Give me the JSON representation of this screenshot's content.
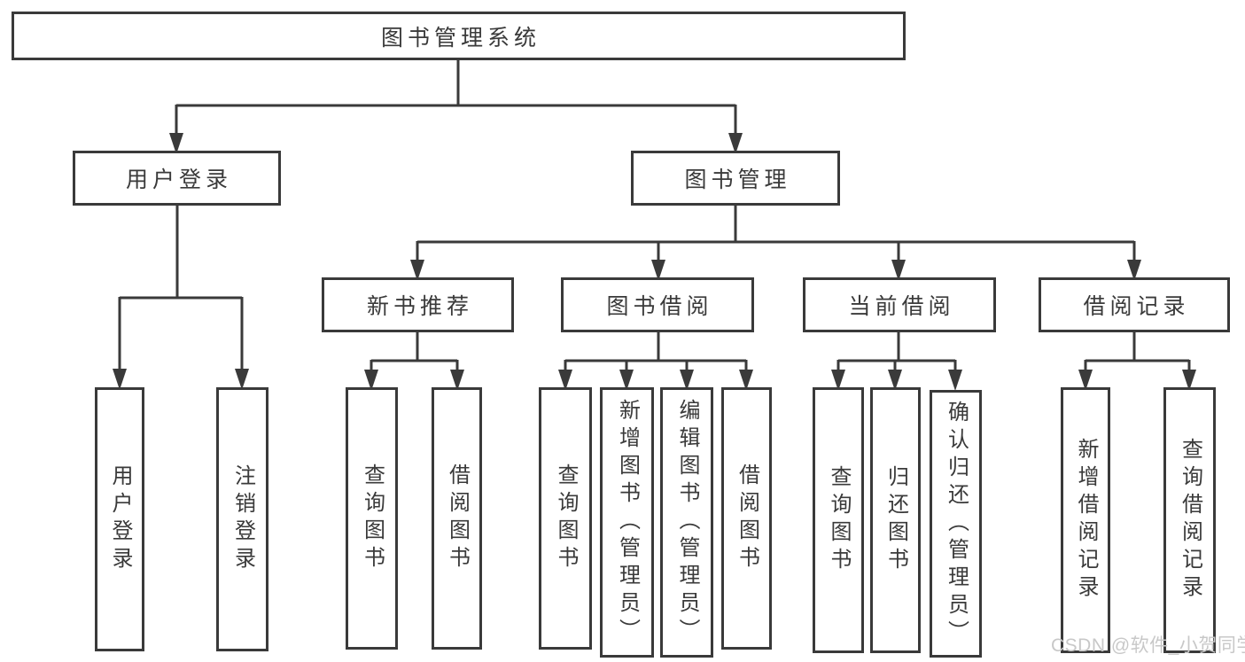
{
  "root": {
    "label": "图书管理系统"
  },
  "user_login": {
    "label": "用户登录",
    "children": {
      "login": "用户登录",
      "logout": "注销登录"
    }
  },
  "book_management": {
    "label": "图书管理",
    "sections": {
      "new_book": {
        "label": "新书推荐",
        "children": {
          "query": "查询图书",
          "borrow": "借阅图书"
        }
      },
      "borrowing": {
        "label": "图书借阅",
        "children": {
          "query": "查询图书",
          "add": "新增图书（管理员）",
          "edit": "编辑图书（管理员）",
          "borrow": "借阅图书"
        }
      },
      "current": {
        "label": "当前借阅",
        "children": {
          "query": "查询图书",
          "return": "归还图书",
          "confirm": "确认归还（管理员）"
        }
      },
      "records": {
        "label": "借阅记录",
        "children": {
          "add": "新增借阅记录",
          "query": "查询借阅记录"
        }
      }
    }
  },
  "watermark": {
    "text": "CSDN @软件_小贺同学"
  },
  "colors": {
    "line": "#3a3a3a",
    "text": "#3a3a3a",
    "background": "#ffffff",
    "watermark": "#c8c8c8"
  }
}
